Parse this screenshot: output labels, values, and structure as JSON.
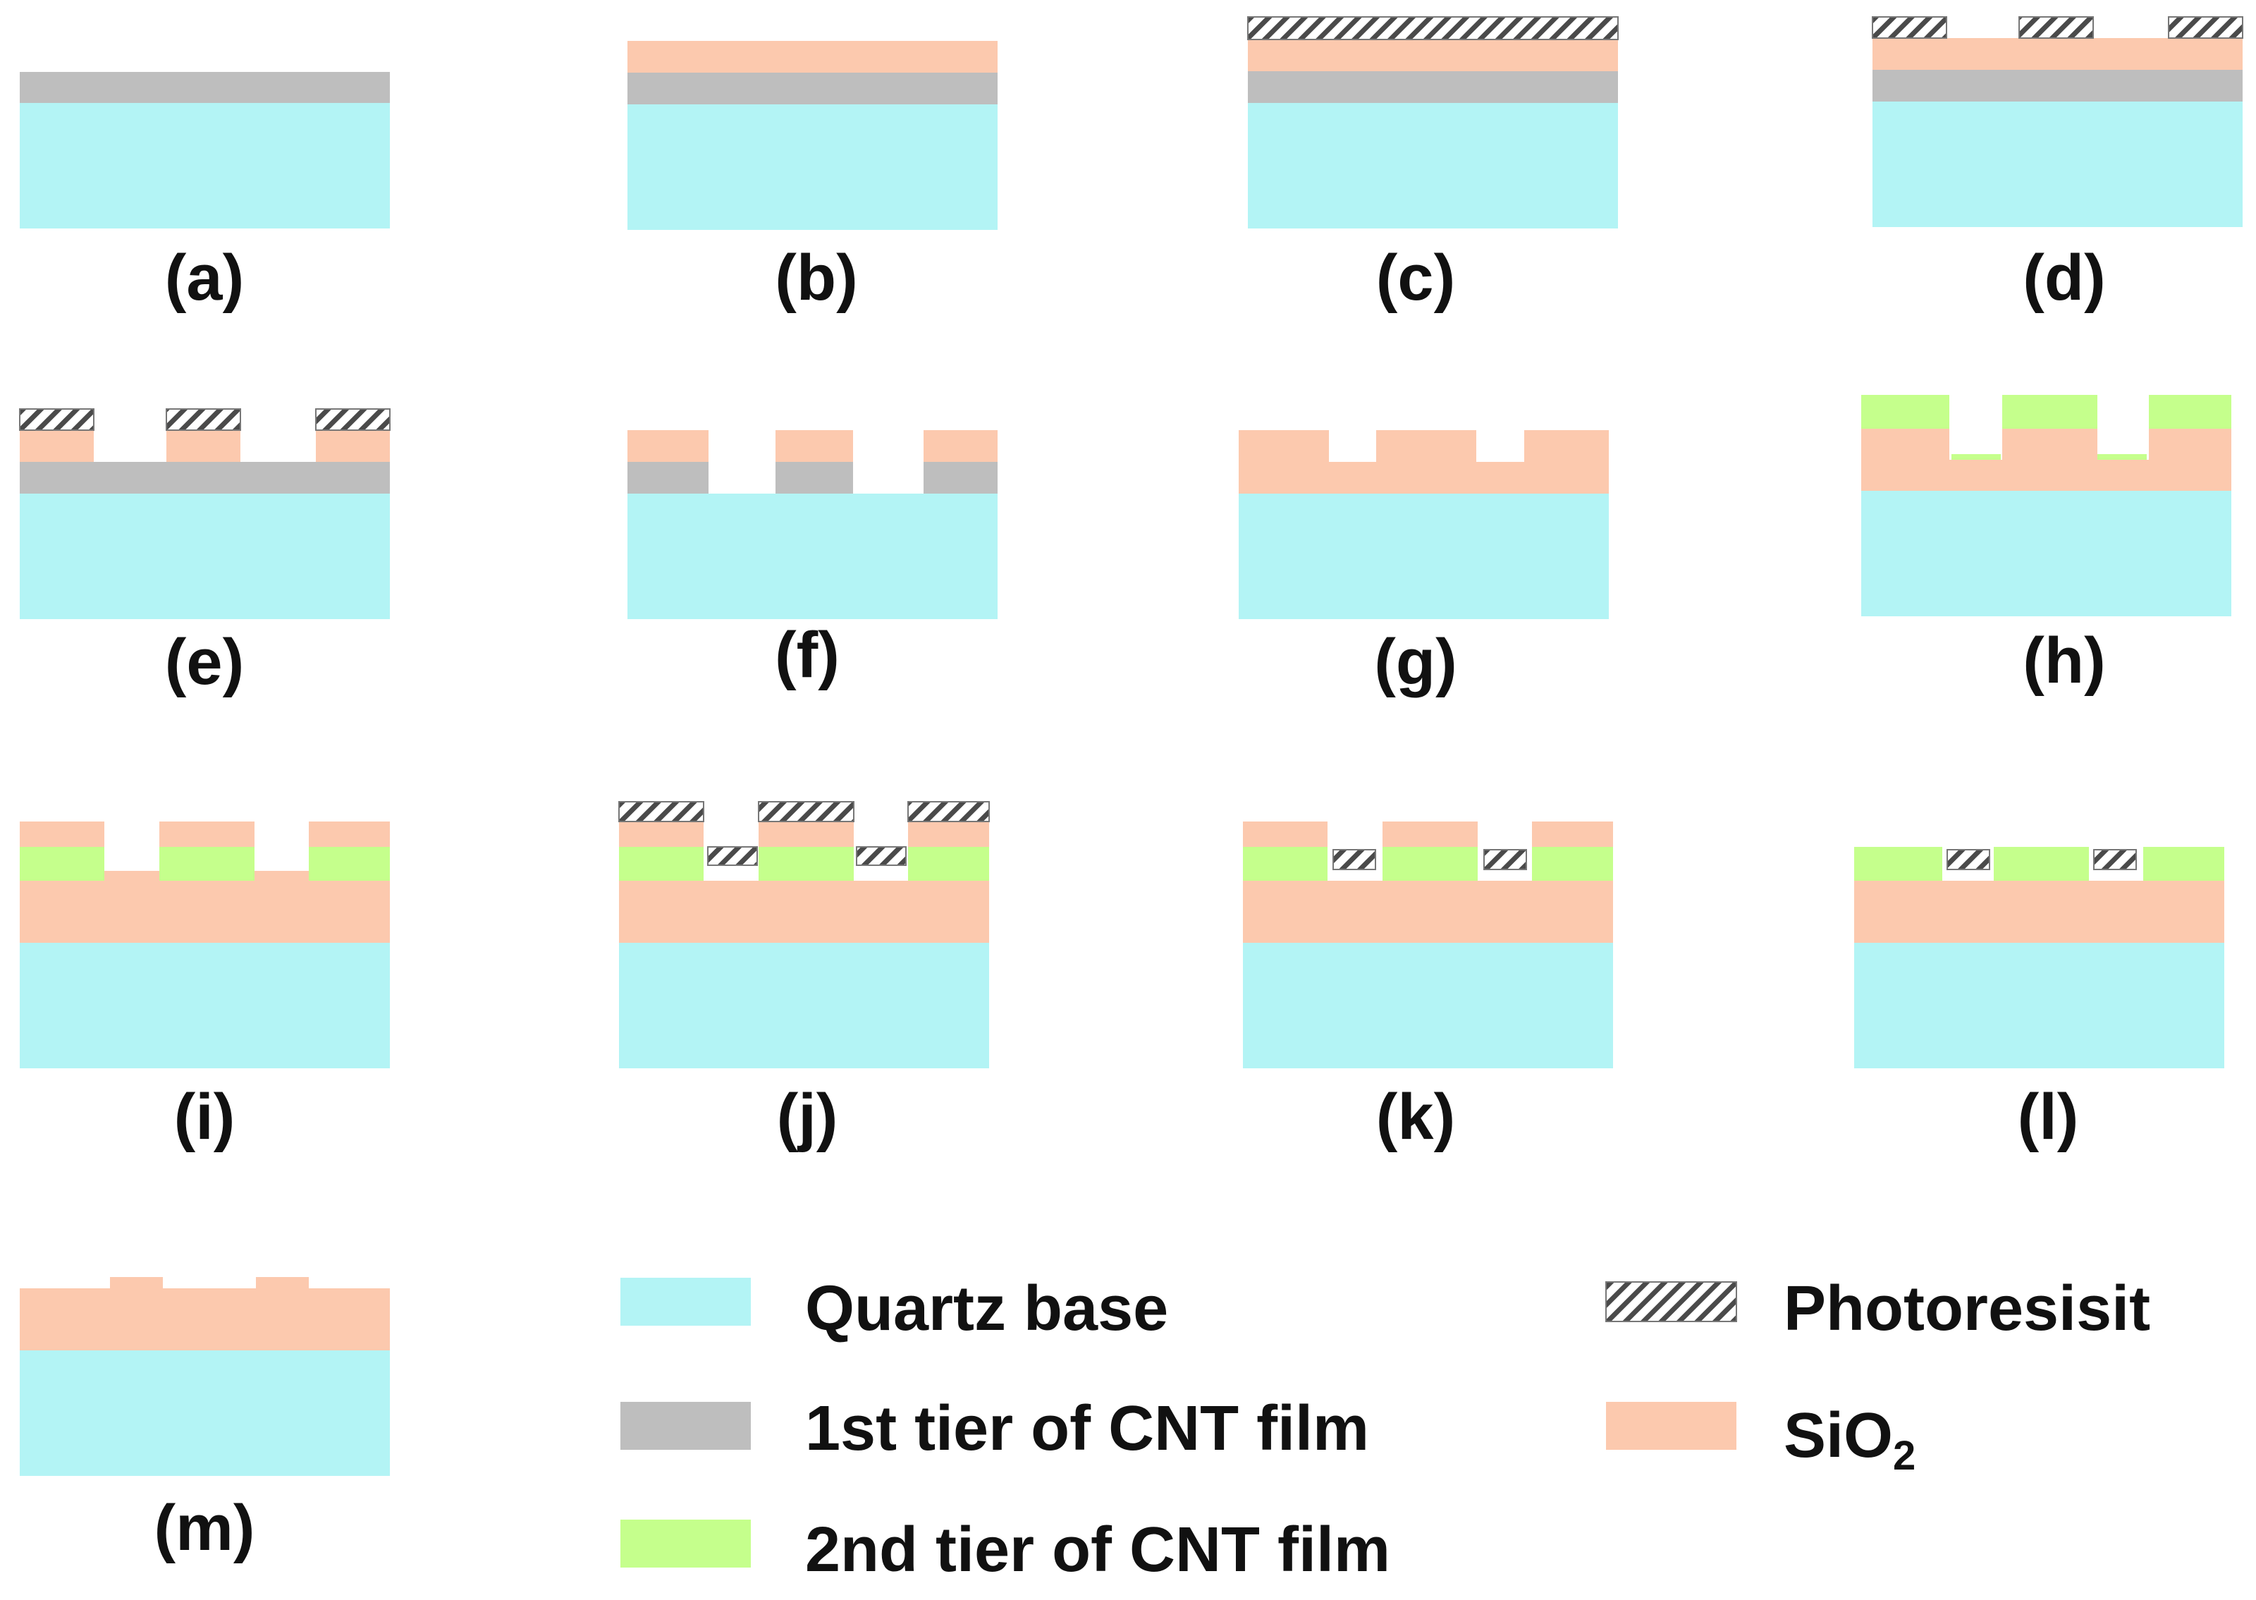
{
  "colors": {
    "quartz": "#b3f4f5",
    "cnt1": "#bebebe",
    "cnt2": "#c5ff8c",
    "sio2": "#fcc9ae",
    "photoresist_stripe": "#4a4a4a",
    "photoresist_border": "#777777",
    "text": "#111111"
  },
  "steps": [
    {
      "id": "a",
      "label": "(a)"
    },
    {
      "id": "b",
      "label": "(b)"
    },
    {
      "id": "c",
      "label": "(c)"
    },
    {
      "id": "d",
      "label": "(d)"
    },
    {
      "id": "e",
      "label": "(e)"
    },
    {
      "id": "f",
      "label": "(f)"
    },
    {
      "id": "g",
      "label": "(g)"
    },
    {
      "id": "h",
      "label": "(h)"
    },
    {
      "id": "i",
      "label": "(i)"
    },
    {
      "id": "j",
      "label": "(j)"
    },
    {
      "id": "k",
      "label": "(k)"
    },
    {
      "id": "l",
      "label": "(l)"
    },
    {
      "id": "m",
      "label": "(m)"
    }
  ],
  "legend": [
    {
      "key": "quartz",
      "label": "Quartz base"
    },
    {
      "key": "cnt1",
      "label": "1st tier of CNT film"
    },
    {
      "key": "cnt2",
      "label": "2nd tier of CNT film"
    },
    {
      "key": "photoresist",
      "label": "Photoresisit"
    },
    {
      "key": "sio2",
      "label": "SiO",
      "subscript": "2"
    }
  ]
}
